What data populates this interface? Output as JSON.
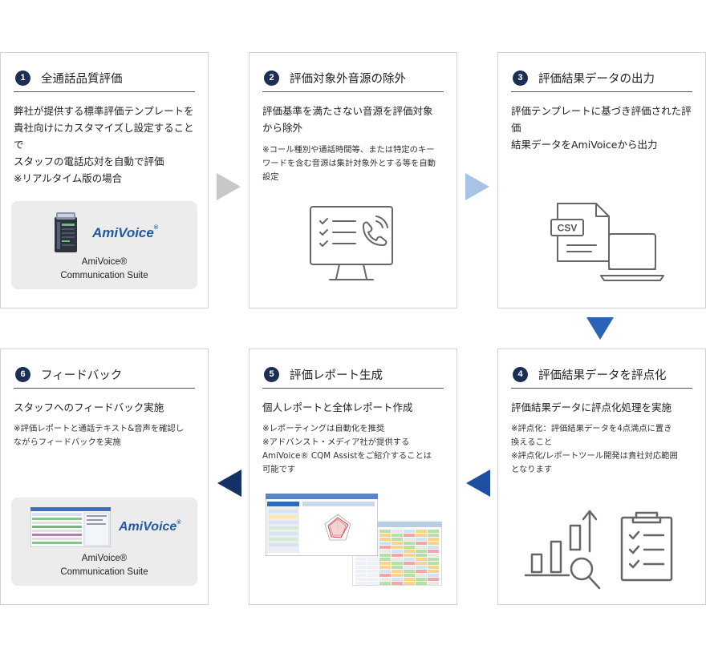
{
  "steps": [
    {
      "number": "1",
      "title": "全通話品質評価",
      "description": "弊社が提供する標準評価テンプレートを\n貴社向けにカスタマイズし設定することで\nスタッフの電話応対を自動で評価\n※リアルタイム版の場合",
      "logo_text": "AmiVoice",
      "logo_mark": "®",
      "product_name": "AmiVoice®\nCommunication Suite"
    },
    {
      "number": "2",
      "title": "評価対象外音源の除外",
      "description": "評価基準を満たさない音源を評価対象\nから除外",
      "note": "※コール種別や通話時間等、または特定のキー\nワードを含む音源は集計対象外とする等を自動\n設定"
    },
    {
      "number": "3",
      "title": "評価結果データの出力",
      "description": "評価テンプレートに基づき評価された評価\n結果データをAmiVoiceから出力",
      "csv_label": "CSV"
    },
    {
      "number": "4",
      "title": "評価結果データを評点化",
      "description": "評価結果データに評点化処理を実施",
      "note": "※評点化：評価結果データを4点満点に置き\n換えること\n※評点化/レポートツール開発は貴社対応範囲\nとなります"
    },
    {
      "number": "5",
      "title": "評価レポート生成",
      "description": "個人レポートと全体レポート作成",
      "note": "※レポーティングは自動化を推奨\n※アドバンスト・メディア社が提供する\nAmiVoice® CQM Assistをご紹介することは\n可能です"
    },
    {
      "number": "6",
      "title": "フィードバック",
      "description": "スタッフへのフィードバック実施",
      "note": "※評価レポートと通話テキスト&音声を確認し\nながらフィードバックを実施",
      "logo_text": "AmiVoice",
      "logo_mark": "®",
      "product_name": "AmiVoice®\nCommunication Suite"
    }
  ],
  "colors": {
    "number_badge": "#1c2e55",
    "arrow_light": "#c8c8c8",
    "arrow_blue_light": "#a9c3e4",
    "arrow_blue": "#2a63b8",
    "arrow_navy": "#133266",
    "icon_stroke": "#666666",
    "logo": "#1f5aa6"
  }
}
